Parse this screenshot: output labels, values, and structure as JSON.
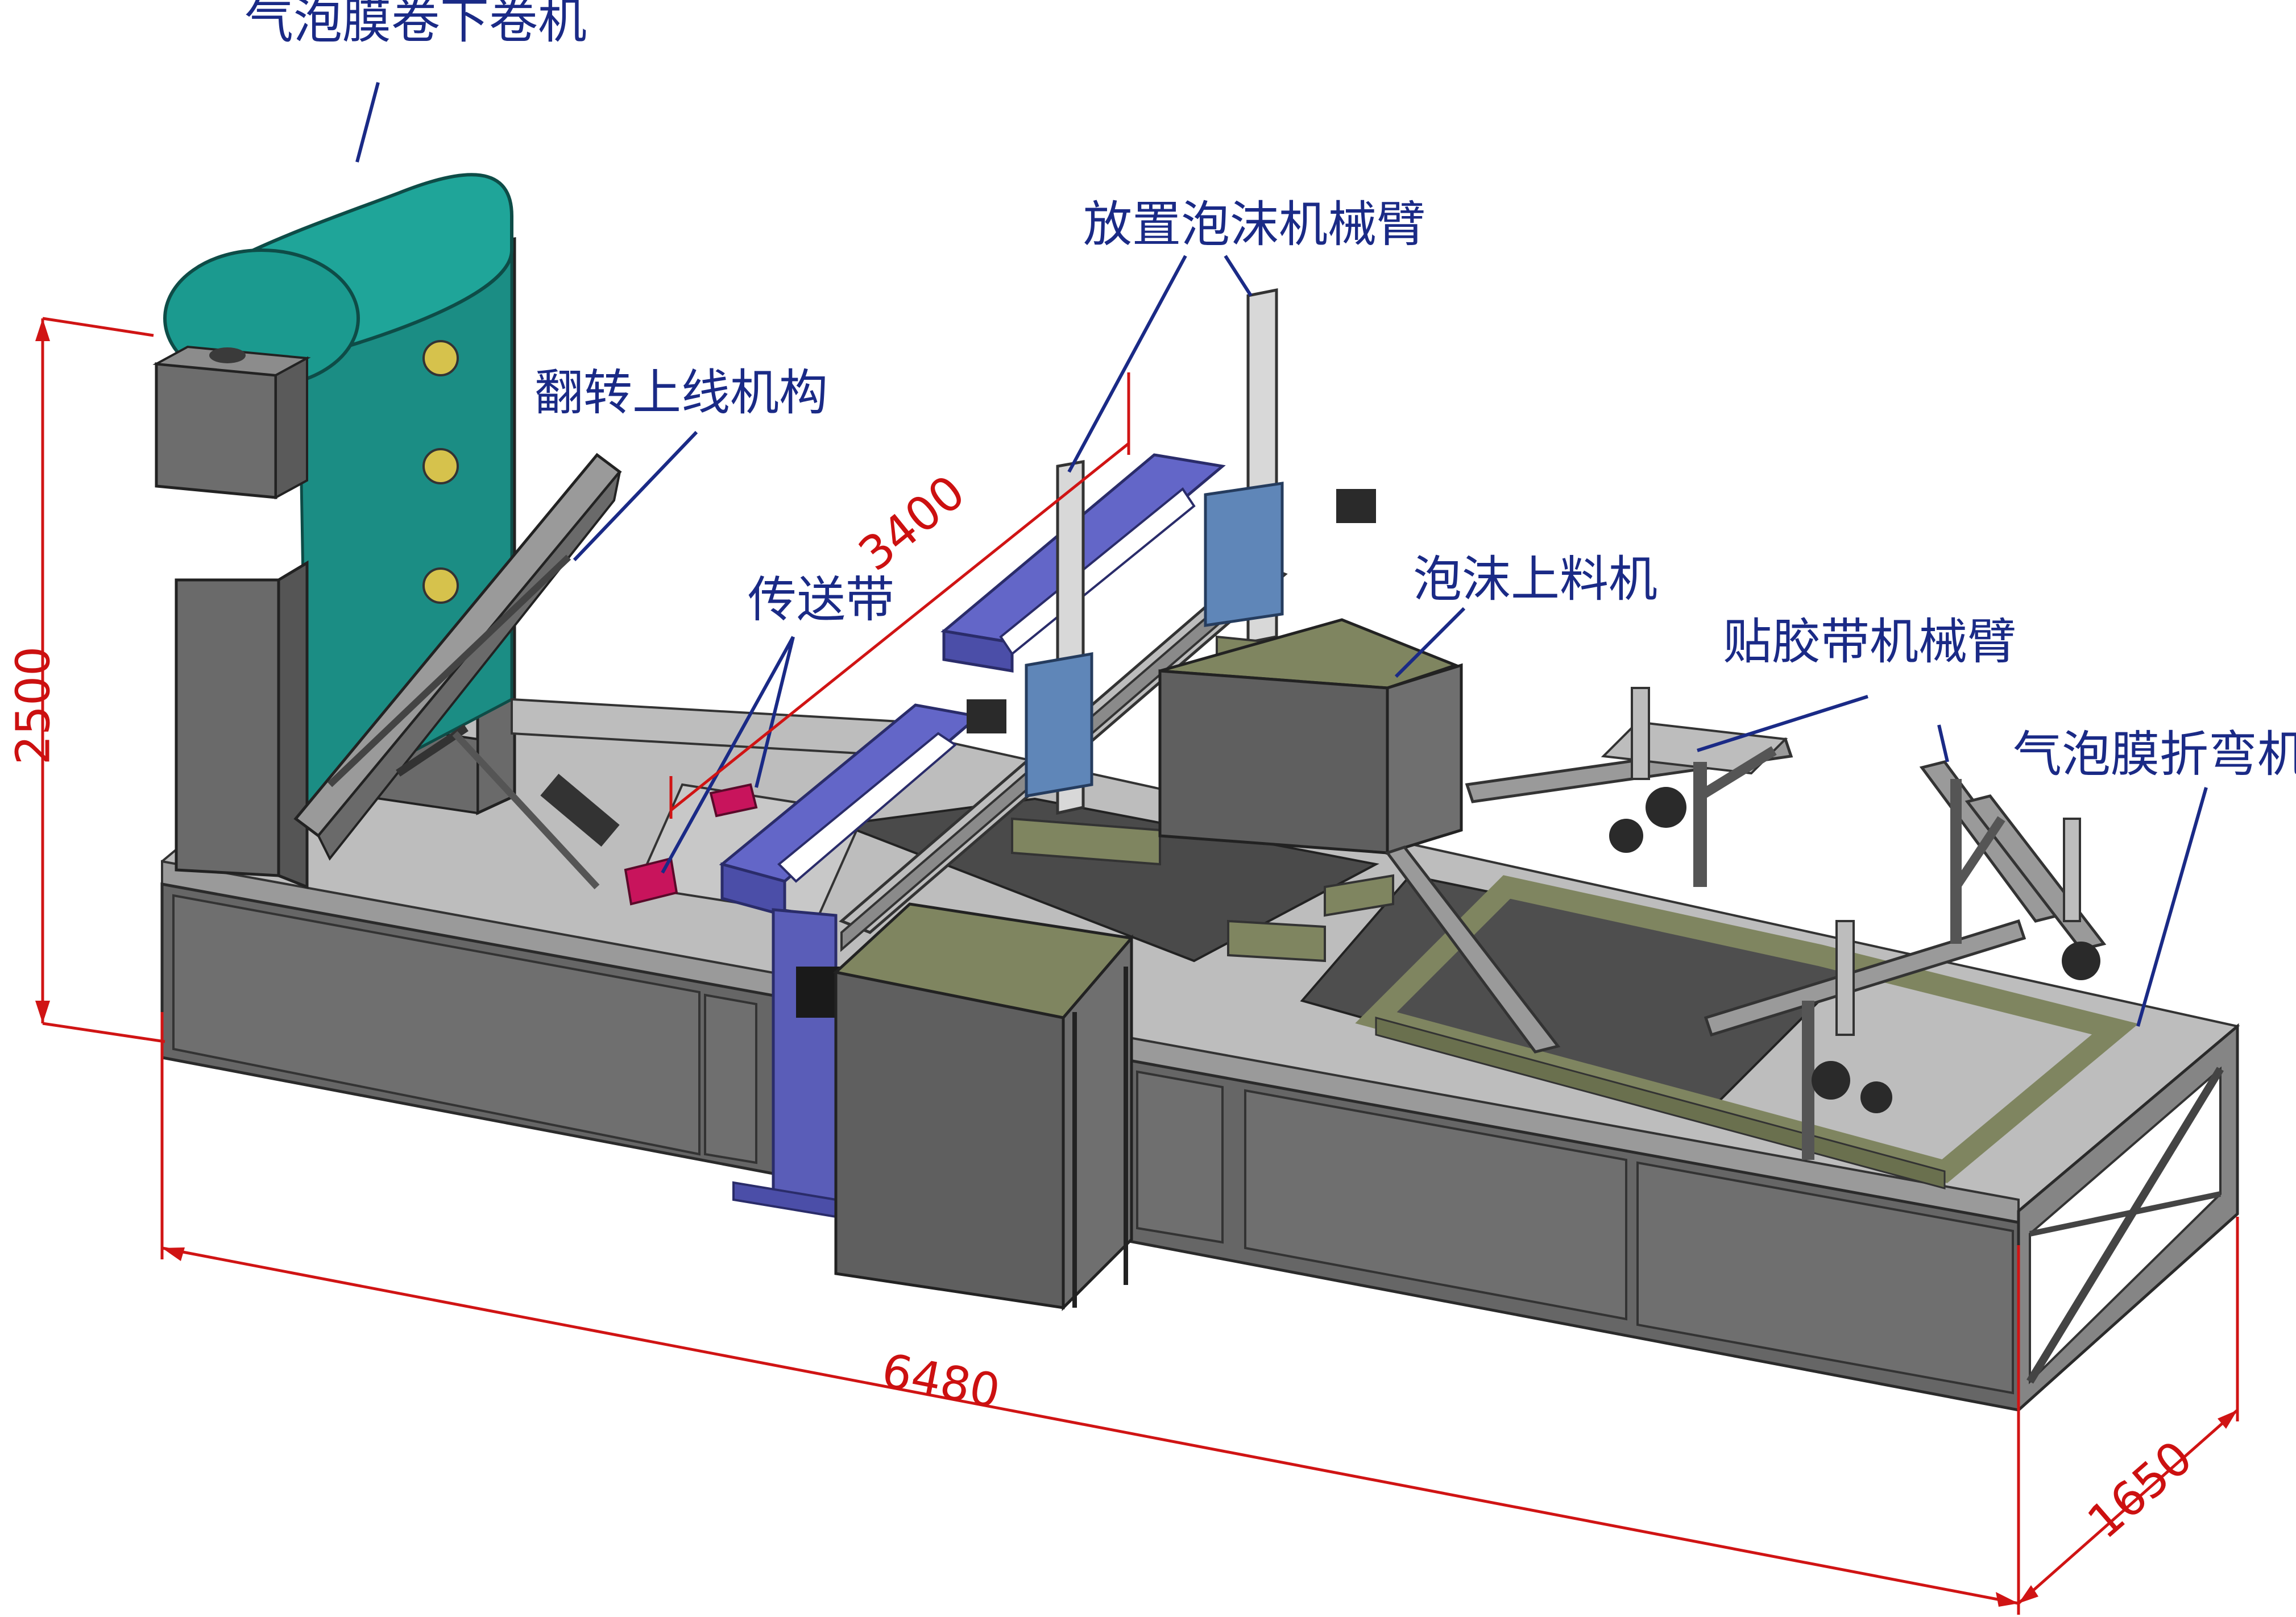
{
  "labels": {
    "roll_unwinder": "气泡膜卷下卷机",
    "flip_feed": "翻转上线机构",
    "conveyor": "传送带",
    "foam_arm": "放置泡沫机械臂",
    "foam_loader": "泡沫上料机",
    "tape_arm": "贴胶带机械臂",
    "folder": "气泡膜折弯机"
  },
  "dimensions": {
    "length": "6480",
    "height": "2500",
    "width": "1650",
    "span": "3400"
  },
  "colors": {
    "frame_grey": "#5a5a5a",
    "panel_grey": "#6b6b6b",
    "top_grey": "#b9b9b9",
    "film_teal": "#1a8f86",
    "gantry_blue": "#5f62c2",
    "foam_olive": "#7f8560",
    "conveyor_pink": "#c8145c",
    "callout_blue": "#1a2a86",
    "dimension_red": "#d01414"
  }
}
